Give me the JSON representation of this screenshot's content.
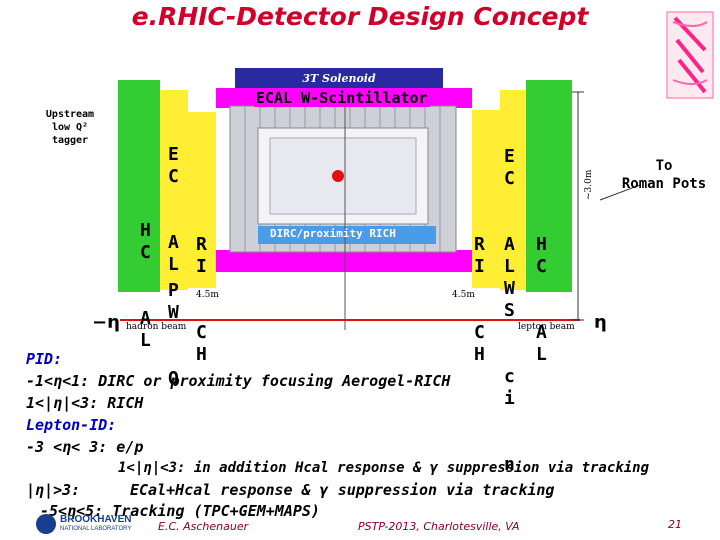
{
  "title": "e.RHIC-Detector Design Concept",
  "diagram": {
    "solenoid_label": "3T Solenoid",
    "ecal_label": "ECAL W-Scintillator",
    "dirc_label": "DIRC/proximity RICH",
    "upstream_tagger": [
      "Upstream",
      "low Q²",
      "tagger"
    ],
    "to_roman_pots": [
      "To",
      "Roman Pots"
    ],
    "left_hcal": [
      "H",
      "C",
      "A",
      "L"
    ],
    "left_ecal": [
      "E",
      "C",
      "A",
      "L"
    ],
    "left_pwo": [
      "P",
      "W",
      "O"
    ],
    "left_rich": [
      "R",
      "I",
      "C",
      "H"
    ],
    "right_rich": [
      "R",
      "I",
      "C",
      "H"
    ],
    "right_ecal": [
      "E",
      "C",
      "A",
      "L"
    ],
    "right_wscin": [
      "W",
      "S",
      "c",
      "i",
      "n"
    ],
    "right_hcal": [
      "H",
      "C",
      "A",
      "L"
    ],
    "dim_left": "4.5m",
    "dim_right": "4.5m",
    "dim_vertical": "~3.0m",
    "hadron_beam": "hadron beam",
    "lepton_beam": "lepton beam",
    "eta_left": "−η",
    "eta_right": "η",
    "colors": {
      "hcal": "#33cc33",
      "ecal_yellow": "#ffee33",
      "solenoid": "#2a2aa0",
      "magenta": "#ff00ff",
      "rich_blue": "#4a9be8",
      "beam_red": "#e01010"
    }
  },
  "text": {
    "pid_header": "PID:",
    "line1": "-1<η<1: DIRC or proximity focusing Aerogel-RICH",
    "line2": "1<|η|<3: RICH",
    "lepton_header": "Lepton-ID:",
    "line3": "-3 <η< 3: e/p",
    "line4": "1<|η|<3: in addition Hcal response & γ suppression via tracking",
    "line5a": "|η|>3:",
    "line5b": "ECal+Hcal response & γ suppression via tracking",
    "line6": "-5<η<5: Tracking (TPC+GEM+MAPS)"
  },
  "footer": {
    "logo_top": "BROOKHAVEN",
    "logo_bottom": "NATIONAL LABORATORY",
    "author": "E.C. Aschenauer",
    "conference": "PSTP-2013, Charlotesville, VA",
    "page": "21"
  }
}
